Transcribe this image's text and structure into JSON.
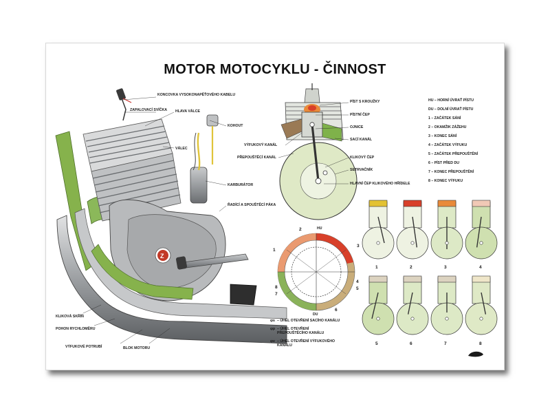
{
  "poster": {
    "title": "MOTOR MOTOCYKLU - ČINNOST",
    "engine_labels": {
      "koncovka": "KONCOVKA VYSOKONAPĚŤOVÉHO KABELU",
      "svicka": "ZAPALOVACÍ SVÍČKA",
      "hlava": "HLAVA VÁLCE",
      "kohout": "KOHOUT",
      "valec": "VÁLEC",
      "karburator": "KARBURÁTOR",
      "paka": "ŘADÍCÍ A SPOUŠTĚCÍ PÁKA",
      "klikova_skrin": "KLIKOVÁ SKŘÍŇ",
      "pohon": "POHON RYCHLOMĚRU",
      "potrubi": "VÝFUKOVÉ POTRUBÍ",
      "blok": "BLOK MOTORU"
    },
    "section_labels": {
      "pist": "PÍST S KROUŽKY",
      "pistni_cep": "PÍSTNÍ ČEP",
      "ojnice": "OJNICE",
      "sani": "SACÍ KANÁL",
      "klikovy_cep": "KLIKOVÝ ČEP",
      "setrvacnik": "SETRVAČNÍK",
      "hlavni_cep": "HLAVNÍ ČEP KLIKOVÉHO HŘÍDELE",
      "vyfukovy": "VÝFUKOVÝ KANÁL",
      "prepousteci": "PŘEPOUŠTĚCÍ KANÁL"
    },
    "legend": [
      "HU – HORNÍ ÚVRAŤ PÍSTU",
      "DU – DOLNÍ ÚVRAŤ PÍSTU",
      "1   – ZAČÁTEK SÁNÍ",
      "2   – OKAMŽIK ZÁŽEHU",
      "3   – KONEC SÁNÍ",
      "4   – ZAČÁTEK VÝFUKU",
      "5   – ZAČÁTEK PŘEPOUŠTĚNÍ",
      "6   – PÍST PŘED DU",
      "7   – KONEC PŘEPOUŠTĚNÍ",
      "8   – KONEC VÝFUKU"
    ],
    "timing": {
      "hu": "HU",
      "du": "DU",
      "angle_legend": [
        "– ÚHEL OTEVŘENÍ SACÍHO KANÁLU",
        "– ÚHEL OTEVŘENÍ PŘEPOUŠTĚCÍHO KANÁLU",
        "– ÚHEL OTEVŘENÍ VÝFUKOVÉHO KANÁLU"
      ],
      "phi_symbols": [
        "φs",
        "φp",
        "φv"
      ]
    },
    "stages": [
      "1",
      "2",
      "3",
      "4",
      "5",
      "6",
      "7",
      "8"
    ],
    "colors": {
      "green": "#7fb24a",
      "light_green": "#dfe9c6",
      "red": "#d8402a",
      "orange": "#e98a3a",
      "yellow": "#e3c233",
      "pipe": "#8a8d90"
    }
  }
}
